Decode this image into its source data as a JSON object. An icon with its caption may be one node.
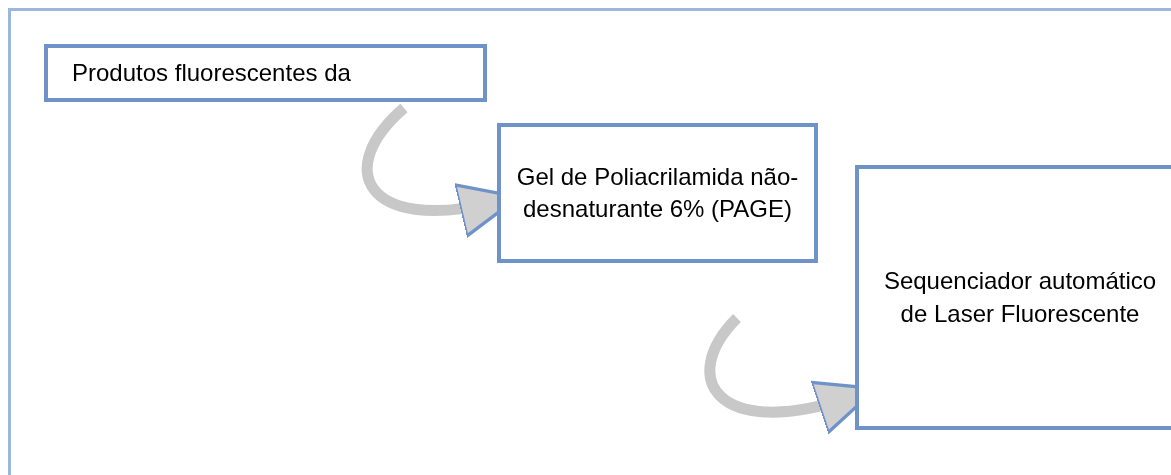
{
  "diagram": {
    "nodes": [
      {
        "text": [
          "Produtos fluorescentes da"
        ]
      },
      {
        "text": [
          "Gel de Poliacrilamida não-desnaturante 6% (PAGE)"
        ]
      },
      {
        "text": [
          "Sequenciador automático de Laser Fluorescente"
        ]
      }
    ],
    "edges": [
      {
        "from": 0,
        "to": 1,
        "arrow": "to"
      },
      {
        "from": 1,
        "to": 2,
        "arrow": "to"
      }
    ]
  }
}
